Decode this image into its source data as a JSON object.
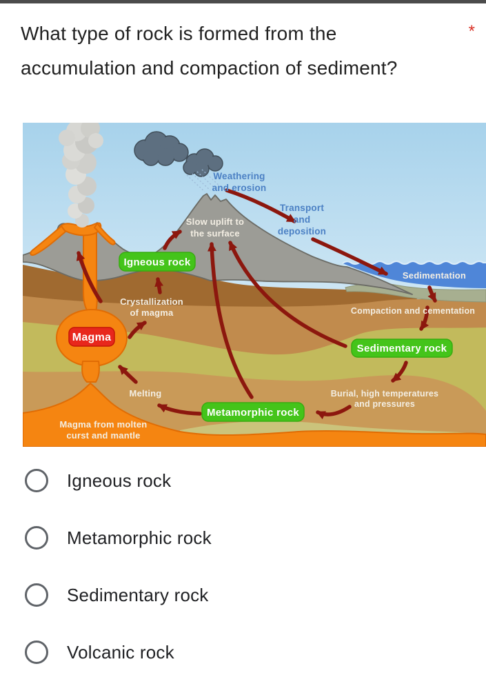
{
  "question": {
    "text": "What type of rock is formed from the accumulation and compaction of sediment?",
    "required_marker": "*"
  },
  "diagram": {
    "labels": {
      "weathering": [
        "Weathering",
        "and erosion"
      ],
      "transport": [
        "Transport",
        "and",
        "deposition"
      ],
      "slow_uplift": [
        "Slow uplift to",
        "the surface"
      ],
      "igneous": "Igneous rock",
      "crystallization": [
        "Crystallization",
        "of magma"
      ],
      "magma": "Magma",
      "sedimentation": "Sedimentation",
      "compaction": "Compaction and cementation",
      "sedimentary": "Sedimentary rock",
      "burial": [
        "Burial, high temperatures",
        "and pressures"
      ],
      "metamorphic": "Metamorphic rock",
      "melting": "Melting",
      "magma_source": [
        "Magma from molten",
        "curst and mantle"
      ]
    },
    "colors": {
      "sky_top": "#a7d2eb",
      "sky_bottom": "#e9f4fb",
      "rock_grey": "#9c9c96",
      "layer_dark_brown": "#a06a30",
      "layer_tan": "#c18b4d",
      "layer_olive": "#c2ba5c",
      "layer_tan2": "#c99a58",
      "layer_khaki": "#cbc37b",
      "magma_orange": "#f58511",
      "water_blue": "#4f86d8",
      "arrow_red": "#8c170e",
      "label_green": "#44c41a",
      "label_red": "#e8271c",
      "cloud_slate": "#5d6f80",
      "text_blue": "#4b80c4"
    }
  },
  "options": [
    {
      "label": "Igneous rock"
    },
    {
      "label": "Metamorphic rock"
    },
    {
      "label": "Sedimentary rock"
    },
    {
      "label": "Volcanic rock"
    }
  ]
}
